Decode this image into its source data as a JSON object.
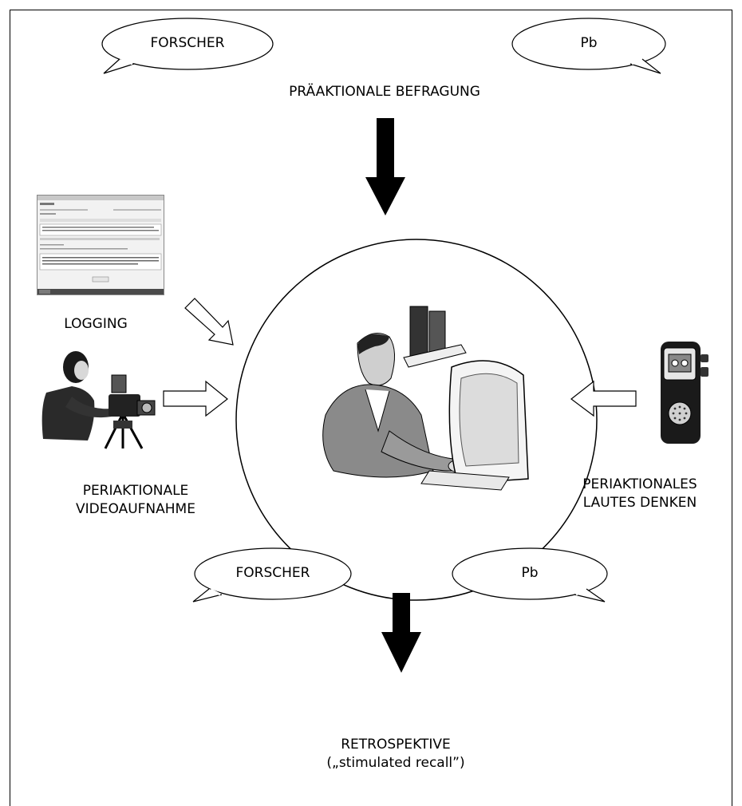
{
  "top": {
    "researcher_bubble": "FORSCHER",
    "subject_bubble": "Pb",
    "caption": "PRÄAKTIONALE BEFRAGUNG"
  },
  "left": {
    "logging_label": "LOGGING",
    "video_label_line1": "PERIAKTIONALE",
    "video_label_line2": "VIDEOAUFNAHME"
  },
  "right": {
    "think_aloud_line1": "PERIAKTIONALES",
    "think_aloud_line2": "LAUTES DENKEN"
  },
  "bottom": {
    "researcher_bubble": "FORSCHER",
    "subject_bubble": "Pb",
    "caption_line1": "RETROSPEKTIVE",
    "caption_line2": "(„stimulated recall”)"
  },
  "icons": {
    "center": "computer-user-icon",
    "logging": "software-screenshot-icon",
    "video": "video-camera-operator-icon",
    "audio": "voice-recorder-icon"
  }
}
